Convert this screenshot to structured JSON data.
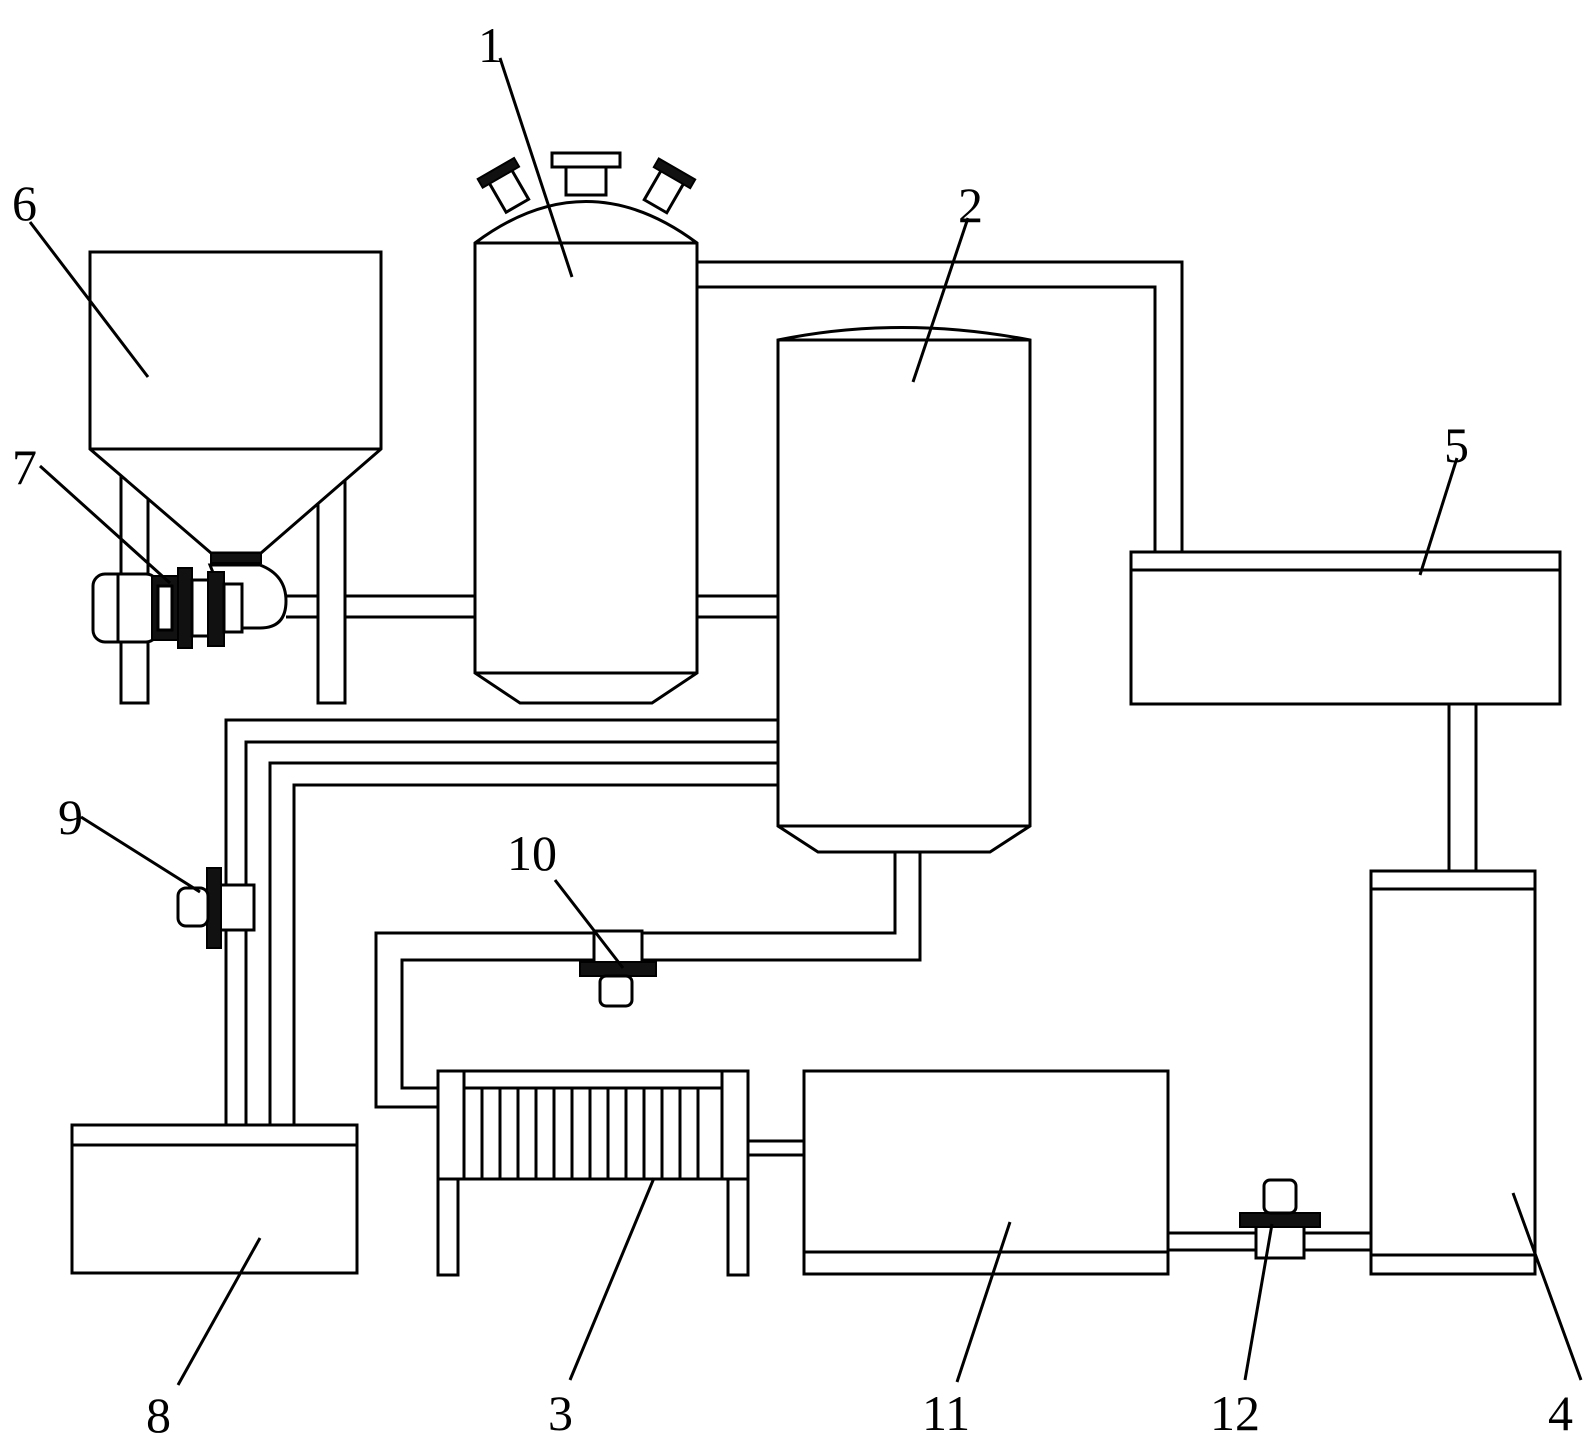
{
  "labels": {
    "reactor": "1",
    "tower": "2",
    "filter_press": "3",
    "tank_right": "4",
    "tank_top_right": "5",
    "hopper": "6",
    "feeder_motor": "7",
    "tank_bottom_left": "8",
    "pump_left": "9",
    "pump_middle": "10",
    "tank_bottom_middle": "11",
    "pump_right": "12"
  }
}
